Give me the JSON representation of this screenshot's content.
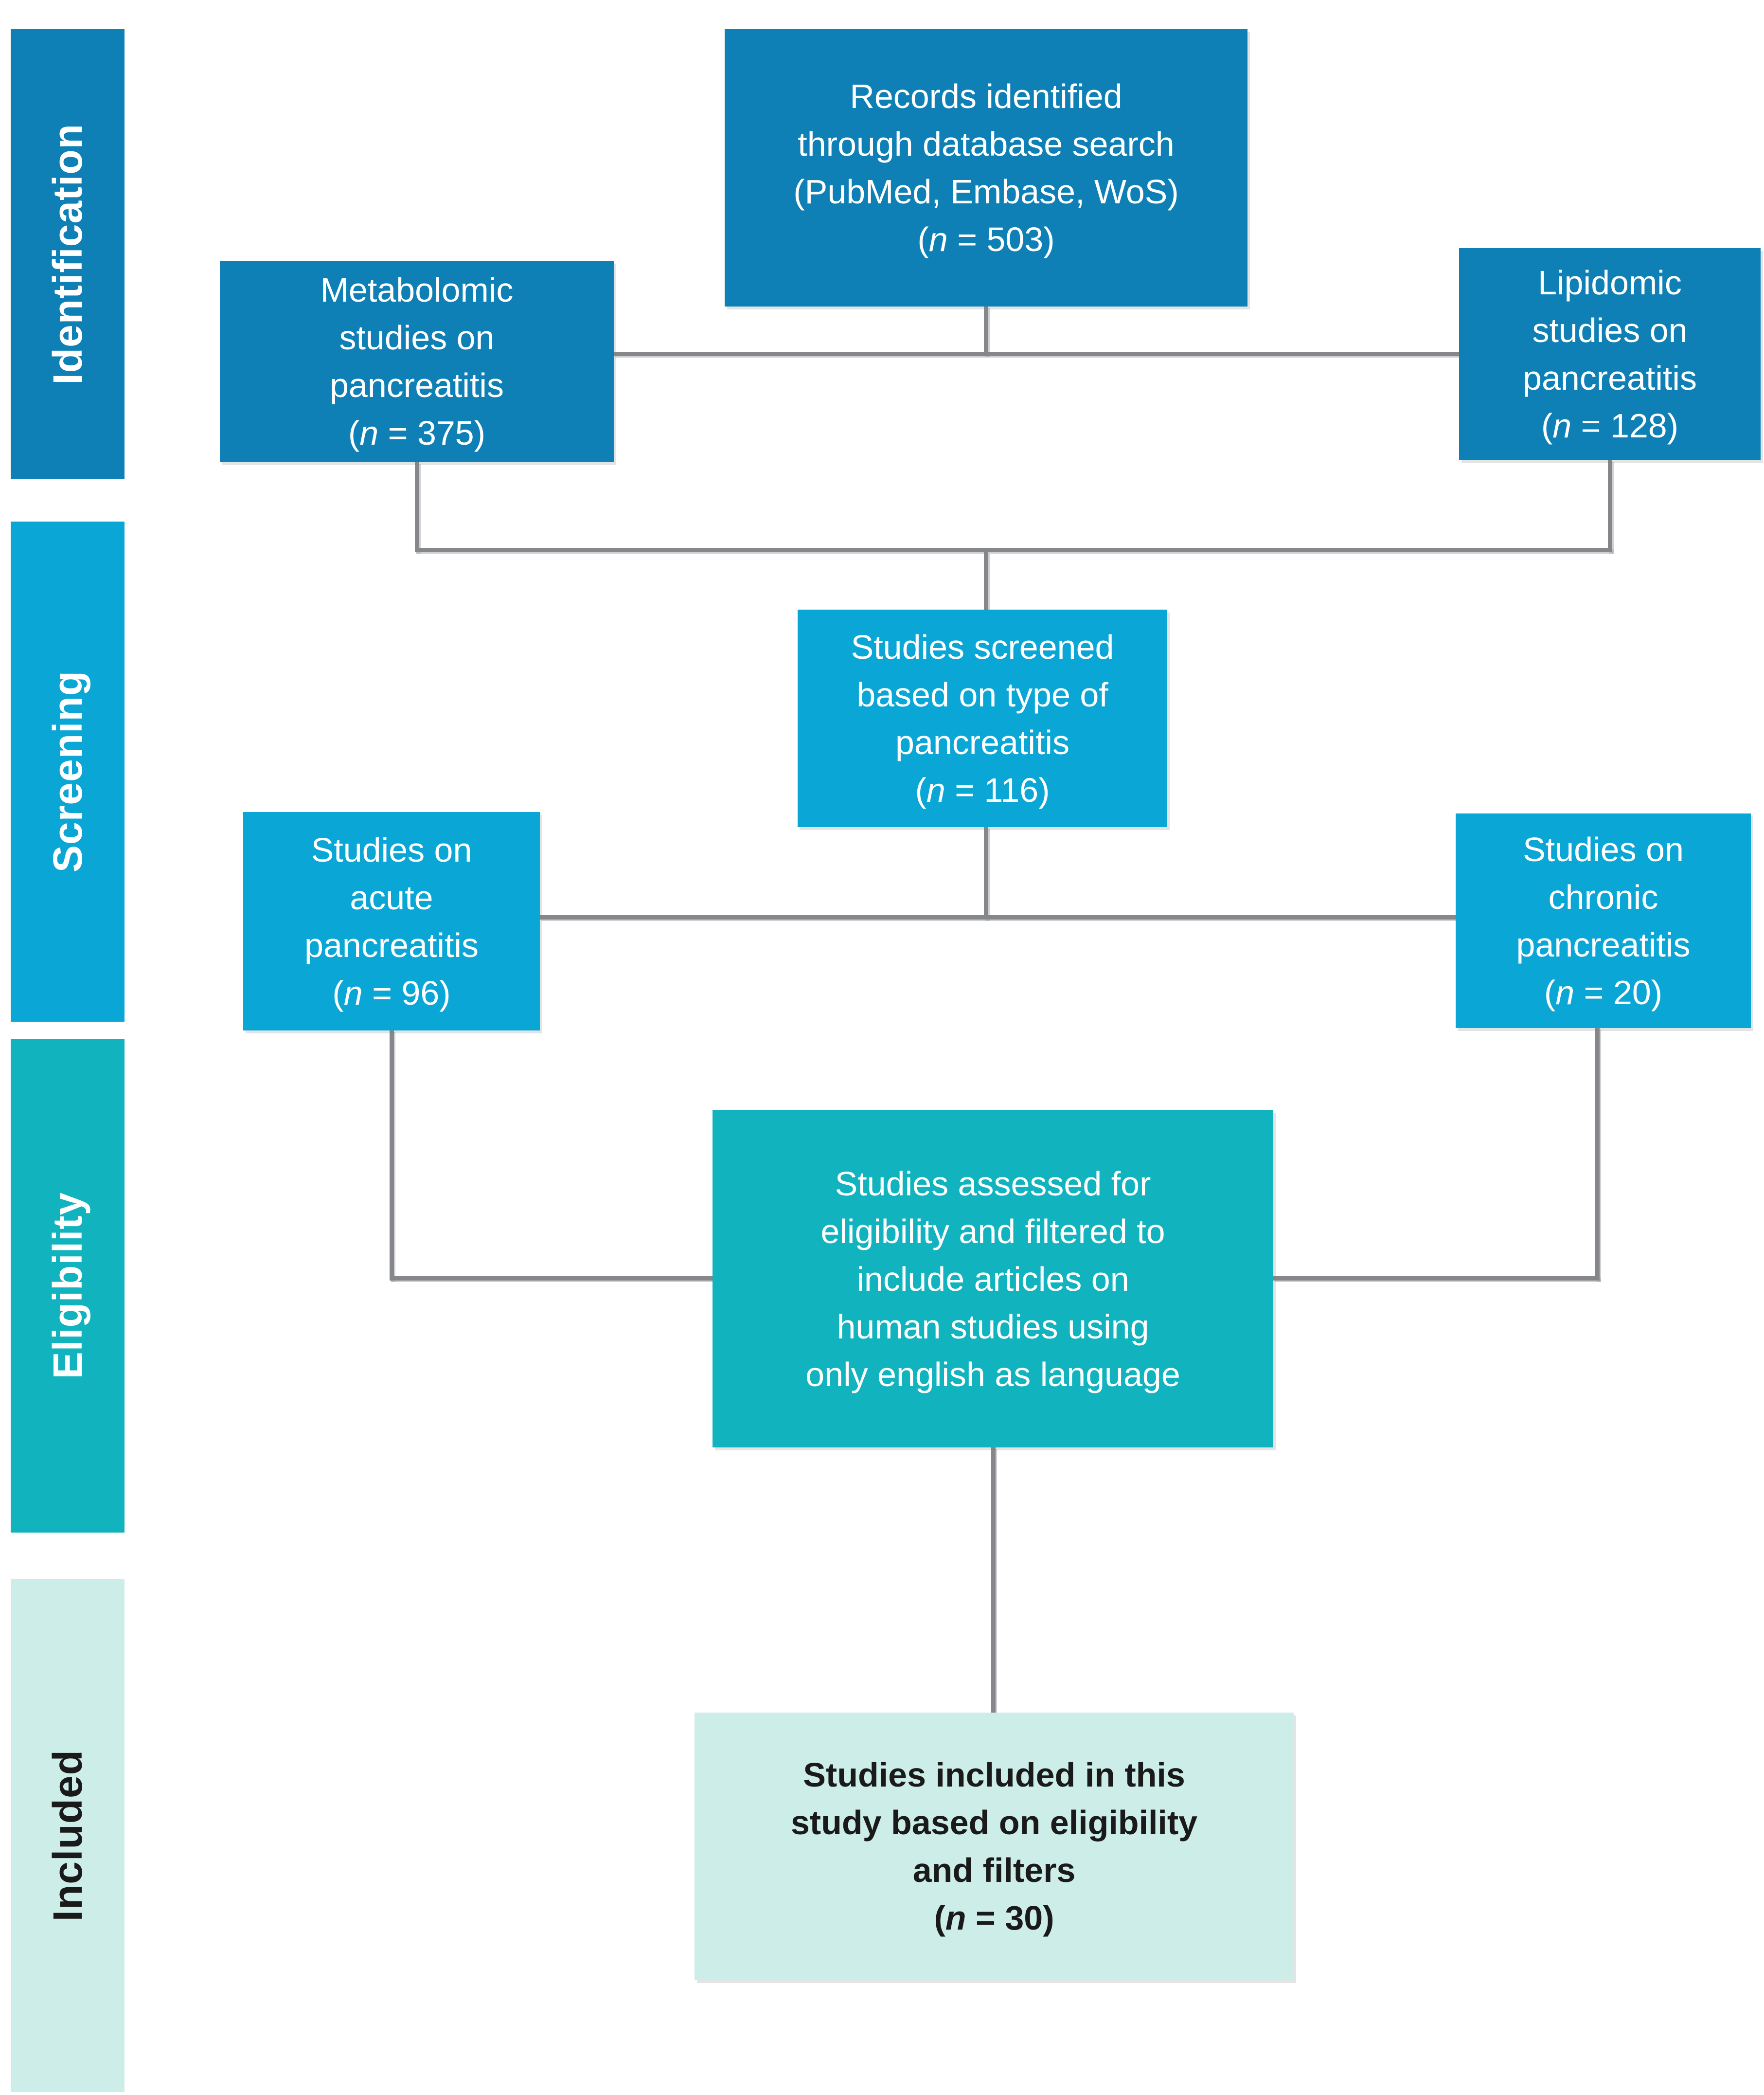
{
  "palette": {
    "identification_blue": "#0E80B5",
    "screening_cyan": "#0AA7D6",
    "eligibility_teal": "#10B3BE",
    "included_mint": "#CDEDE8",
    "connector_gray": "#85878A",
    "light_text": "#FFFFFF",
    "dark_text": "#1A1A1A"
  },
  "sidebar": [
    {
      "label": "Identification"
    },
    {
      "label": "Screening"
    },
    {
      "label": "Eligibility"
    },
    {
      "label": "Included"
    }
  ],
  "boxes": {
    "records": {
      "text": "Records identified\nthrough database search\n(PubMed, Embase, WoS)",
      "count": {
        "open": "(",
        "var": "n",
        "rest": " = 503)"
      }
    },
    "metabolomic": {
      "text": "Metabolomic\nstudies on\npancreatitis",
      "count": {
        "open": "(",
        "var": "n",
        "rest": " = 375)"
      }
    },
    "lipidomic": {
      "text": "Lipidomic\nstudies on\npancreatitis",
      "count": {
        "open": "(",
        "var": "n",
        "rest": " = 128)"
      }
    },
    "screened": {
      "text": "Studies screened\nbased on type of\npancreatitis",
      "count": {
        "open": "(",
        "var": "n",
        "rest": " = 116)"
      }
    },
    "acute": {
      "text": "Studies on\nacute\npancreatitis",
      "count": {
        "open": "(",
        "var": "n",
        "rest": " = 96)"
      }
    },
    "chronic": {
      "text": "Studies on\nchronic\npancreatitis",
      "count": {
        "open": "(",
        "var": "n",
        "rest": " = 20)"
      }
    },
    "eligibility": {
      "text": "Studies assessed for\neligibility and filtered to\ninclude articles on\nhuman studies using\nonly english as language"
    },
    "included": {
      "text": "Studies included in this\nstudy based on eligibility\nand filters",
      "count": {
        "open": "(",
        "var": "n",
        "rest": " = 30)"
      }
    }
  }
}
